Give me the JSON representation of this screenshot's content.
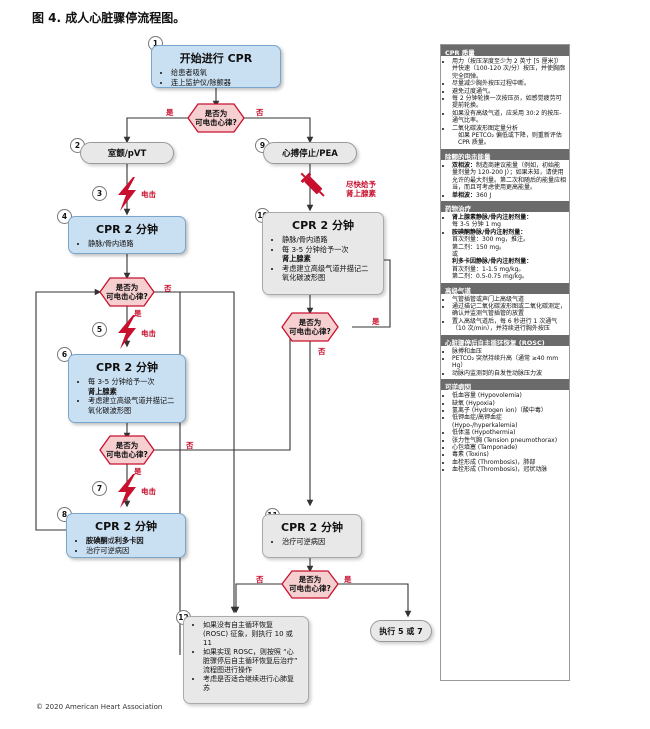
{
  "title": "图 4. 成人心脏骤停流程图。",
  "footer": "© 2020 American Heart Association",
  "flow": {
    "steps": [
      "1",
      "2",
      "3",
      "4",
      "5",
      "6",
      "7",
      "8",
      "9",
      "10",
      "11",
      "12"
    ],
    "n1": {
      "title": "开始进行 CPR",
      "items": [
        "给患者吸氧",
        "连上监护仪/除颤器"
      ]
    },
    "d1": {
      "line1": "是否为",
      "line2": "可电击心律?"
    },
    "yes": "是",
    "no": "否",
    "n2": "室颤/pVT",
    "n9": "心搏停止/PEA",
    "shock": "电击",
    "epi_label": {
      "line1": "尽快给予",
      "line2": "肾上腺素"
    },
    "n4": {
      "title": "CPR 2 分钟",
      "items": [
        "静脉/骨内通路"
      ]
    },
    "n6": {
      "title": "CPR 2 分钟",
      "items": [
        "每 3-5 分钟给予一次",
        "肾上腺素",
        "考虑建立高级气道并描记二氧化碳波形图"
      ]
    },
    "n8": {
      "title": "CPR 2 分钟",
      "item1_a": "胺碘酮",
      "item1_b": "或",
      "item1_c": "利多卡因",
      "item2": "治疗可逆病因"
    },
    "n10": {
      "title": "CPR 2 分钟",
      "items": [
        "静脉/骨内通路",
        "每 3-5 分钟给予一次",
        "肾上腺素",
        "考虑建立高级气道并描记二氧化碳波形图"
      ]
    },
    "n11": {
      "title": "CPR 2 分钟",
      "items": [
        "治疗可逆病因"
      ]
    },
    "n12": {
      "items": [
        "如果没有自主循环恢复 (ROSC) 征象，则执行 10 或 11",
        "如果实现 ROSC，则按照 “心脏骤停后自主循环恢复后治疗” 流程图进行操作",
        "考虑是否适合继续进行心肺复苏"
      ]
    },
    "goto": "执行 5 或 7"
  },
  "panel": {
    "s1": {
      "h": "CPR 质量",
      "items": [
        "用力（按压深度至少为 2 英寸 [5 厘米]）并快速（100-120 次/分）按压，并使胸廓完全回弹。",
        "尽量减少胸外按压过程中断。",
        "避免过度通气。",
        "每 2 分钟轮换一次按压员，如感觉疲劳可提前轮换。",
        "如果没有高级气道，应采用 30:2 的按压-通气比率。",
        "二氧化碳波形图定量分析",
        "如果 PETCO₂ 偏低或下降，则重新评估 CPR 质量。"
      ]
    },
    "s2": {
      "h": "除颤的电击能量",
      "t1": "双相波：",
      "p1": "制造商建议能量（例如，初始能量剂量为 120-200 J）；如果未知，请使用允许的最大剂量。第二次和随后的能量应相当，而且可考虑使用更高能量。",
      "t2": "单相波：",
      "p2": "360 J"
    },
    "s3": {
      "h": "药物治疗",
      "t1": "肾上腺素静脉/骨内注射剂量：",
      "p1": "每 3-5 分钟 1 mg",
      "t2": "胺碘酮静脉/骨内注射剂量：",
      "p2a": "首次剂量：300 mg，推注。",
      "p2b": "第二剂：150 mg。",
      "p2c": "或",
      "t3": "利多卡因静脉/骨内注射剂量：",
      "p3a": "首次剂量：1-1.5 mg/kg。",
      "p3b": "第二剂：0.5-0.75 mg/kg。"
    },
    "s4": {
      "h": "高级气道",
      "items": [
        "气管插管或声门上高级气道",
        "通过描记二氧化碳波形图或二氧化碳测定，确认并监测气管插管的放置",
        "置入高级气道后，每 6 秒进行 1 次通气（10 次/min），并持续进行胸外按压"
      ]
    },
    "s5": {
      "h": "心脏骤停后自主循环恢复 (ROSC)",
      "items": [
        "脉搏和血压",
        "PETCO₂ 突然持续升高（通常 ≥40 mm Hg）",
        "动脉内监测到的自发性动脉压力波"
      ]
    },
    "s6": {
      "h": "可逆病因",
      "items": [
        "低血容量 (Hypovolemia)",
        "缺氧 (Hypoxia)",
        "氢离子 (Hydrogen ion)（酸中毒）",
        "低钾血症/高钾血症 (Hypo-/hyperkalemia)",
        "低体温 (Hypothermia)",
        "张力性气胸 (Tension pneumothorax)",
        "心包填塞 (Tamponade)",
        "毒素 (Toxins)",
        "血栓形成 (Thrombosis)，肺部",
        "血栓形成 (Thrombosis)，冠状动脉"
      ]
    }
  }
}
